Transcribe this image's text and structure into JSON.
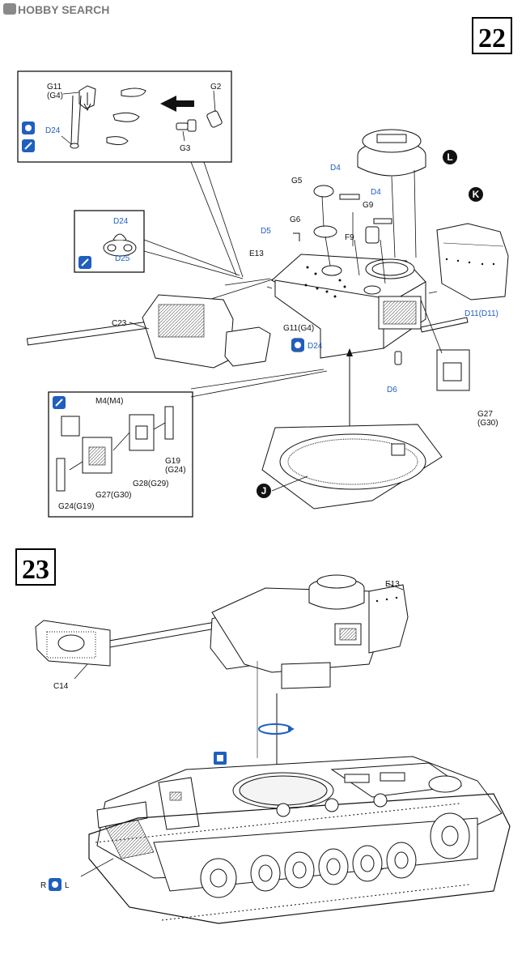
{
  "watermark": "HOBBY SEARCH",
  "steps": {
    "a": "22",
    "b": "23"
  },
  "labels": {
    "g11_g4": "G11\n(G4)",
    "g2": "G2",
    "g3": "G3",
    "d24_top": "D24",
    "d24_mid": "D24",
    "d25": "D25",
    "c23": "C23",
    "e13_top": "E13",
    "g5": "G5",
    "g6": "G6",
    "d5": "D5",
    "d4_a": "D4",
    "d4_b": "D4",
    "g9": "G9",
    "f9": "F9",
    "g11_g4_b": "G11(G4)",
    "d24_low": "D24",
    "d6": "D6",
    "d11": "D11(D11)",
    "g27_g30": "G27\n(G30)",
    "m4": "M4(M4)",
    "g19_g24": "G19\n(G24)",
    "g28_g29": "G28(G29)",
    "g27_g30_b": "G27(G30)",
    "g24_g19": "G24(G19)",
    "e13_b": "E13",
    "c14": "C14",
    "r": "R",
    "l": "L"
  },
  "callouts": {
    "l": "L",
    "k": "K",
    "j": "J"
  },
  "colors": {
    "ink": "#111111",
    "blue": "#1f5fbf",
    "paper": "#ffffff"
  }
}
